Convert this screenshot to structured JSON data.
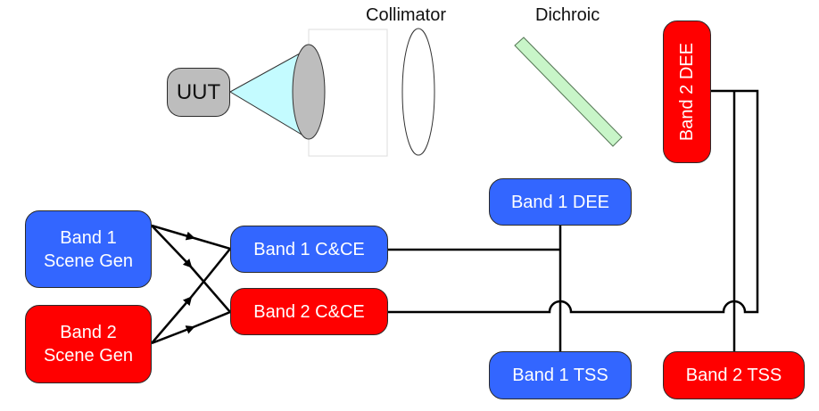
{
  "labels": {
    "collimator": "Collimator",
    "dichroic": "Dichroic"
  },
  "nodes": {
    "uut": "UUT",
    "band2_dee": "Band 2 DEE",
    "band1_dee": "Band 1 DEE",
    "band1_scene_gen": [
      "Band 1",
      "Scene Gen"
    ],
    "band2_scene_gen": [
      "Band 2",
      "Scene Gen"
    ],
    "band1_cce": "Band 1 C&CE",
    "band2_cce": "Band 2 C&CE",
    "band1_tss": "Band 1 TSS",
    "band2_tss": "Band 2 TSS"
  },
  "colors": {
    "band1": "#3366ff",
    "band2": "#ff0000",
    "uut": "#bdbdbd",
    "cone": "#c4fbff",
    "dichroic": "#c8f5c8"
  }
}
